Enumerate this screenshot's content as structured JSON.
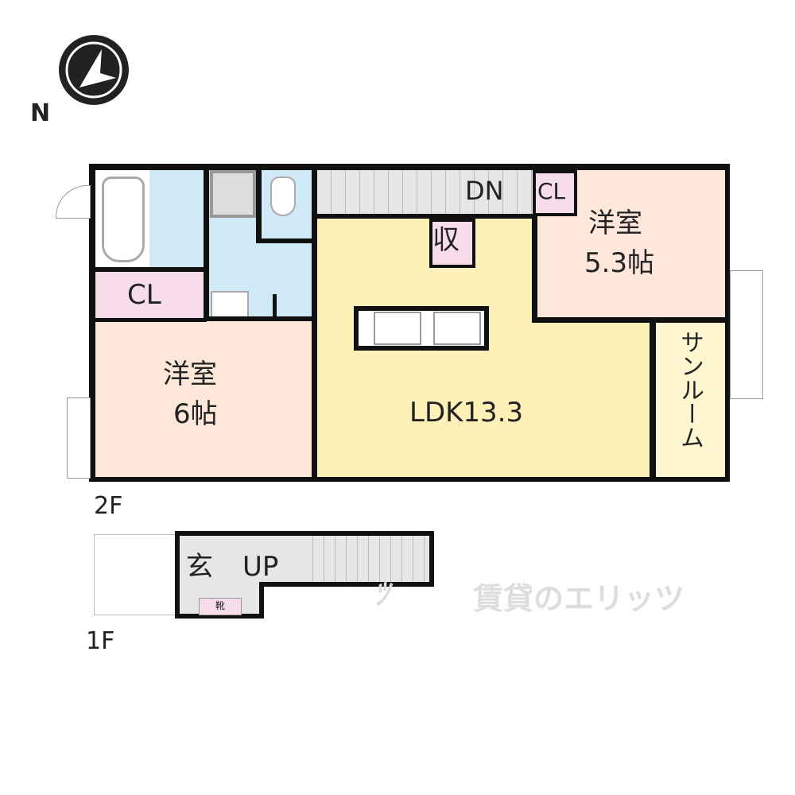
{
  "compass": {
    "label": "N"
  },
  "floor2": {
    "label": "2F",
    "rooms": {
      "western_room_a": {
        "name": "洋室",
        "size": "5.3帖"
      },
      "western_room_b": {
        "name": "洋室",
        "size": "6帖"
      },
      "ldk": {
        "name": "LDK13.3"
      },
      "sunroom": {
        "name": "サンルーム"
      },
      "closet_left": {
        "name": "CL"
      },
      "closet_right": {
        "name": "CL"
      },
      "storage": {
        "name": "収"
      },
      "stairs": {
        "name": "DN"
      }
    }
  },
  "floor1": {
    "label": "1F",
    "entrance": "玄",
    "stairs": "UP",
    "shoe_box": "靴"
  },
  "watermark": {
    "text": "賃貸のエリッツ"
  },
  "colors": {
    "western": "#fde7da",
    "ldk": "#fdf1b8",
    "wet": "#cfe9f7",
    "closet": "#f7dcea",
    "stairs": "#e6e6e6",
    "wall": "#111111"
  }
}
